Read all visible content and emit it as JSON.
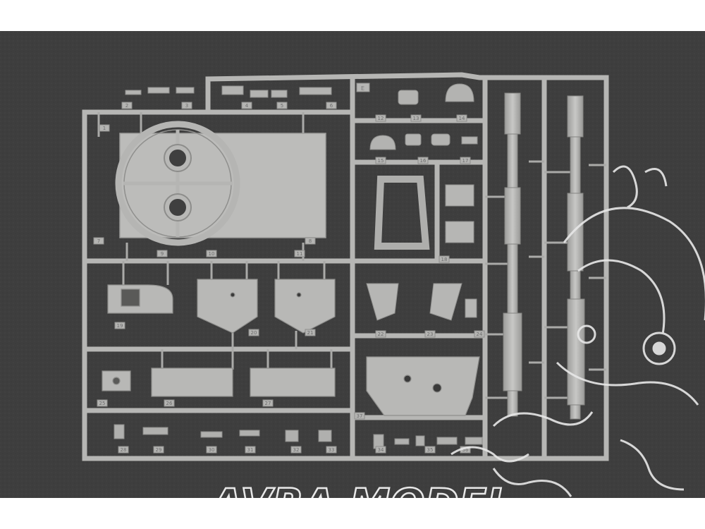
{
  "sprue": {
    "letter": "E",
    "part_numbers": [
      "1",
      "2",
      "3",
      "4",
      "5",
      "6",
      "7",
      "8",
      "9",
      "10",
      "11",
      "12",
      "13",
      "14",
      "15",
      "16",
      "17",
      "18",
      "19",
      "20",
      "21",
      "22",
      "23",
      "24",
      "25",
      "26",
      "27",
      "28",
      "29",
      "30",
      "31",
      "32",
      "33",
      "34",
      "35",
      "36",
      "37"
    ]
  },
  "watermark": {
    "brand": "AVRA MODEL"
  },
  "colors": {
    "background": "#3d3d3d",
    "plastic": "#b9b9b7",
    "plastic_shadow": "#8e8e8c",
    "watermark": "#e8e8e8"
  }
}
